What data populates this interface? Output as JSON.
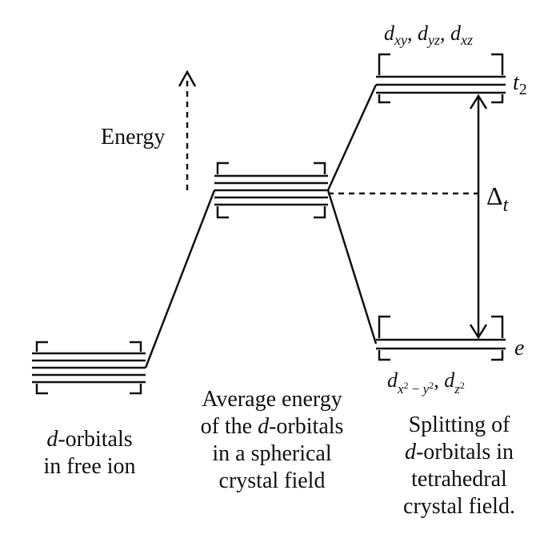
{
  "diagram": {
    "energy_label": "Energy",
    "free_ion": {
      "caption": [
        "d-orbitals",
        "in free ion"
      ]
    },
    "spherical": {
      "caption": [
        "Average energy",
        "of the d-orbitals",
        "in a spherical",
        "crystal field"
      ]
    },
    "tetrahedral": {
      "caption": [
        "Splitting of",
        "d-orbitals in",
        "tetrahedral",
        "crystal field."
      ],
      "t2_label": "t",
      "t2_subscript": "2",
      "e_label": "e",
      "t2_orbitals": "dxy, dyz, dxz",
      "e_orbitals": "dx²−y², dz²",
      "delta_label": "Δ",
      "delta_subscript": "t"
    },
    "colors": {
      "ink": "#111111",
      "background": "#ffffff"
    }
  }
}
